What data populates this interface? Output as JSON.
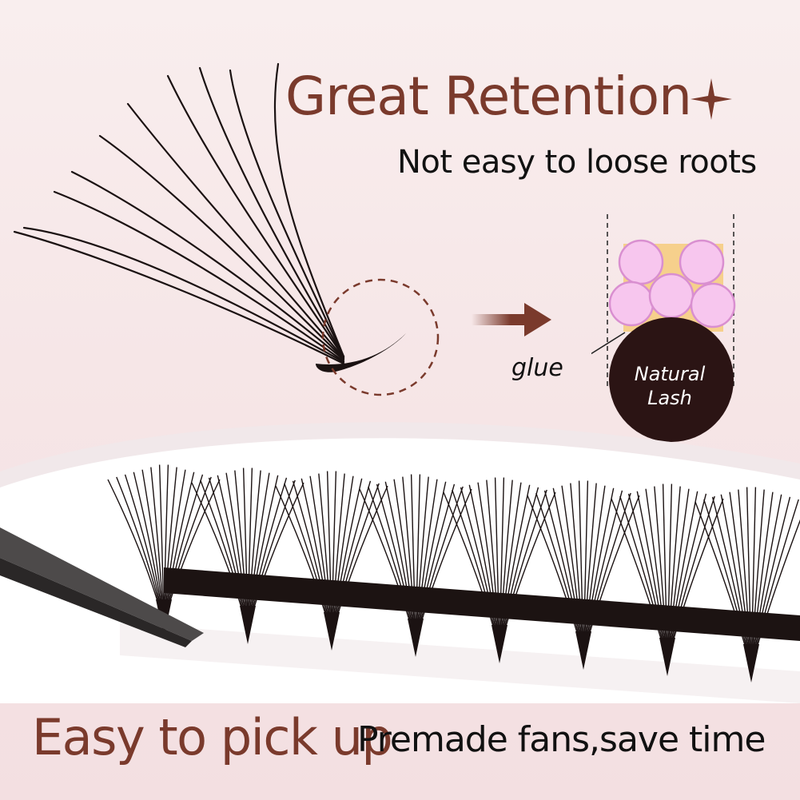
{
  "headline": {
    "title": "Great Retention",
    "subtitle": "Not easy to loose roots"
  },
  "diagram": {
    "glue_label": "glue",
    "natural_lash_line1": "Natural",
    "natural_lash_line2": "Lash"
  },
  "footer": {
    "title": "Easy to pick up",
    "subtitle": "Premade fans,save time"
  },
  "colors": {
    "accent_brown": "#7a3a2c",
    "bead_pink": "#f7c6ee",
    "bead_outline": "#d98fd0",
    "glue_yellow": "#f6d08c",
    "lash_dark": "#2b1414"
  },
  "icons": [
    "sparkle-icon",
    "arrow-right-icon"
  ]
}
